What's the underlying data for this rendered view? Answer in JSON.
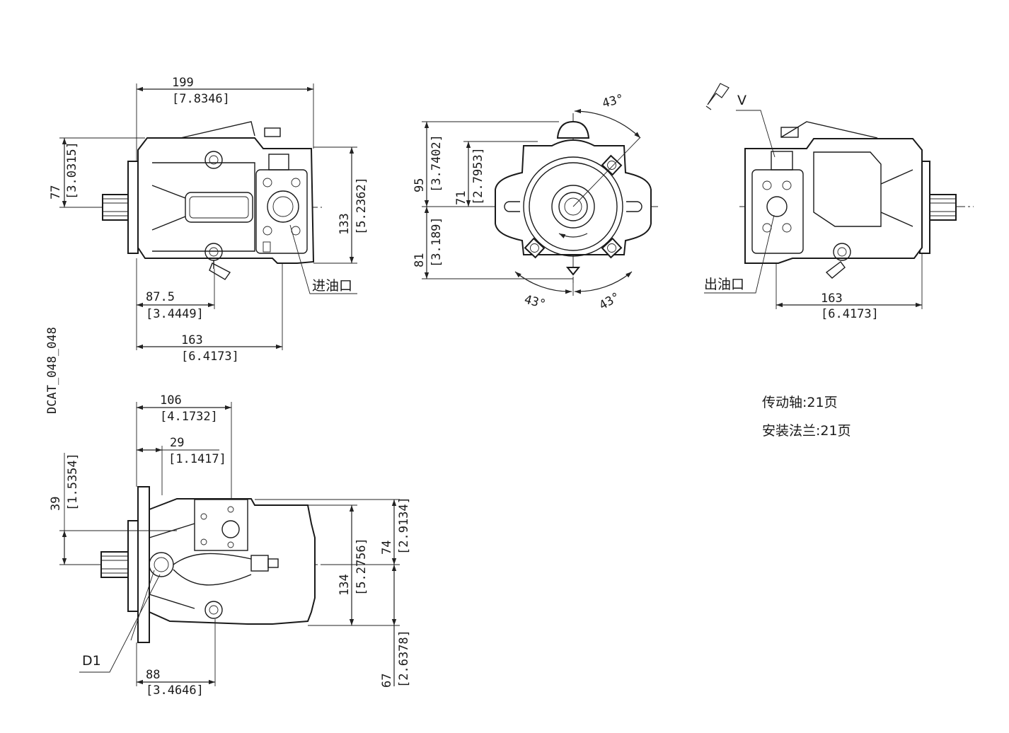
{
  "drawing_code": "DCAT_048_048",
  "views": {
    "top_left": {
      "dims": {
        "w199": "199",
        "w199_in": "[7.8346]",
        "h77": "77",
        "h77_in": "[3.0315]",
        "h133": "133",
        "h133_in": "[5.2362]",
        "w87_5": "87.5",
        "w87_5_in": "[3.4449]",
        "w163": "163",
        "w163_in": "[6.4173]"
      },
      "inlet_label": "进油口"
    },
    "front": {
      "dims": {
        "h95": "95",
        "h95_in": "[3.7402]",
        "h71": "71",
        "h71_in": "[2.7953]",
        "h81": "81",
        "h81_in": "[3.189]",
        "angle_top": "43°",
        "angle_bl": "43°",
        "angle_br": "43°"
      }
    },
    "top_right": {
      "port_v_label": "V",
      "outlet_label": "出油口",
      "dims": {
        "w163": "163",
        "w163_in": "[6.4173]"
      }
    },
    "bottom_left": {
      "dims": {
        "w106": "106",
        "w106_in": "[4.1732]",
        "w29": "29",
        "w29_in": "[1.1417]",
        "h39": "39",
        "h39_in": "[1.5354]",
        "h134": "134",
        "h134_in": "[5.2756]",
        "h74": "74",
        "h74_in": "[2.9134]",
        "h67": "67",
        "h67_in": "[2.6378]",
        "w88": "88",
        "w88_in": "[3.4646]"
      },
      "port_d1_label": "D1"
    }
  },
  "notes": {
    "shaft": "传动轴:21页",
    "flange": "安装法兰:21页"
  },
  "colors": {
    "line": "#1a1a1a",
    "background": "#ffffff"
  }
}
